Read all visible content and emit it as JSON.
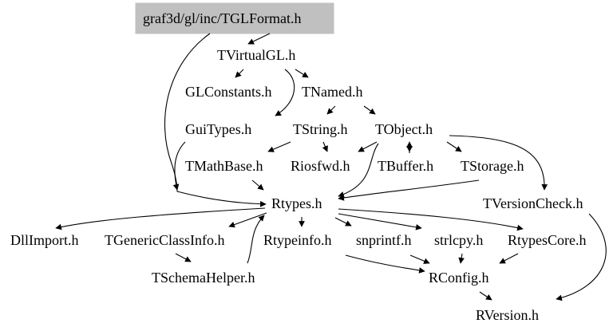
{
  "diagram": {
    "type": "include-dependency-graph",
    "colors": {
      "root_fill": "#c0c0c0",
      "edge": "#000000",
      "text": "#000000",
      "background": "#ffffff"
    },
    "nodes": {
      "root": "graf3d/gl/inc/TGLFormat.h",
      "tvirtualgl": "TVirtualGL.h",
      "glconstants": "GLConstants.h",
      "tnamed": "TNamed.h",
      "guitypes": "GuiTypes.h",
      "tstring": "TString.h",
      "tobject": "TObject.h",
      "tmathbase": "TMathBase.h",
      "riosfwd": "Riosfwd.h",
      "tbuffer": "TBuffer.h",
      "tstorage": "TStorage.h",
      "rtypes": "Rtypes.h",
      "tversioncheck": "TVersionCheck.h",
      "dllimport": "DllImport.h",
      "tgenericclassinfo": "TGenericClassInfo.h",
      "rtypeinfo": "Rtypeinfo.h",
      "snprintf": "snprintf.h",
      "strlcpy": "strlcpy.h",
      "rtypescore": "RtypesCore.h",
      "tschemahelper": "TSchemaHelper.h",
      "rconfig": "RConfig.h",
      "rversion": "RVersion.h"
    },
    "edges": [
      [
        "root",
        "tvirtualgl"
      ],
      [
        "root",
        "rtypes"
      ],
      [
        "tvirtualgl",
        "glconstants"
      ],
      [
        "tvirtualgl",
        "tnamed"
      ],
      [
        "tvirtualgl",
        "guitypes"
      ],
      [
        "tnamed",
        "tobject"
      ],
      [
        "tnamed",
        "tstring"
      ],
      [
        "guitypes",
        "rtypes"
      ],
      [
        "tstring",
        "tmathbase"
      ],
      [
        "tstring",
        "riosfwd"
      ],
      [
        "tobject",
        "riosfwd"
      ],
      [
        "tobject",
        "tbuffer"
      ],
      [
        "tobject",
        "tstorage"
      ],
      [
        "tobject",
        "tversioncheck"
      ],
      [
        "tobject",
        "rtypes"
      ],
      [
        "tmathbase",
        "rtypes"
      ],
      [
        "tbuffer",
        "tobject"
      ],
      [
        "tstorage",
        "rtypes"
      ],
      [
        "tversioncheck",
        "rversion"
      ],
      [
        "rtypes",
        "dllimport"
      ],
      [
        "rtypes",
        "tgenericclassinfo"
      ],
      [
        "rtypes",
        "rtypeinfo"
      ],
      [
        "rtypes",
        "snprintf"
      ],
      [
        "rtypes",
        "strlcpy"
      ],
      [
        "rtypes",
        "rtypescore"
      ],
      [
        "rtypes",
        "rconfig"
      ],
      [
        "tgenericclassinfo",
        "tschemahelper"
      ],
      [
        "tschemahelper",
        "rtypes"
      ],
      [
        "snprintf",
        "rconfig"
      ],
      [
        "strlcpy",
        "rconfig"
      ],
      [
        "rtypescore",
        "rconfig"
      ],
      [
        "rconfig",
        "rversion"
      ]
    ]
  }
}
